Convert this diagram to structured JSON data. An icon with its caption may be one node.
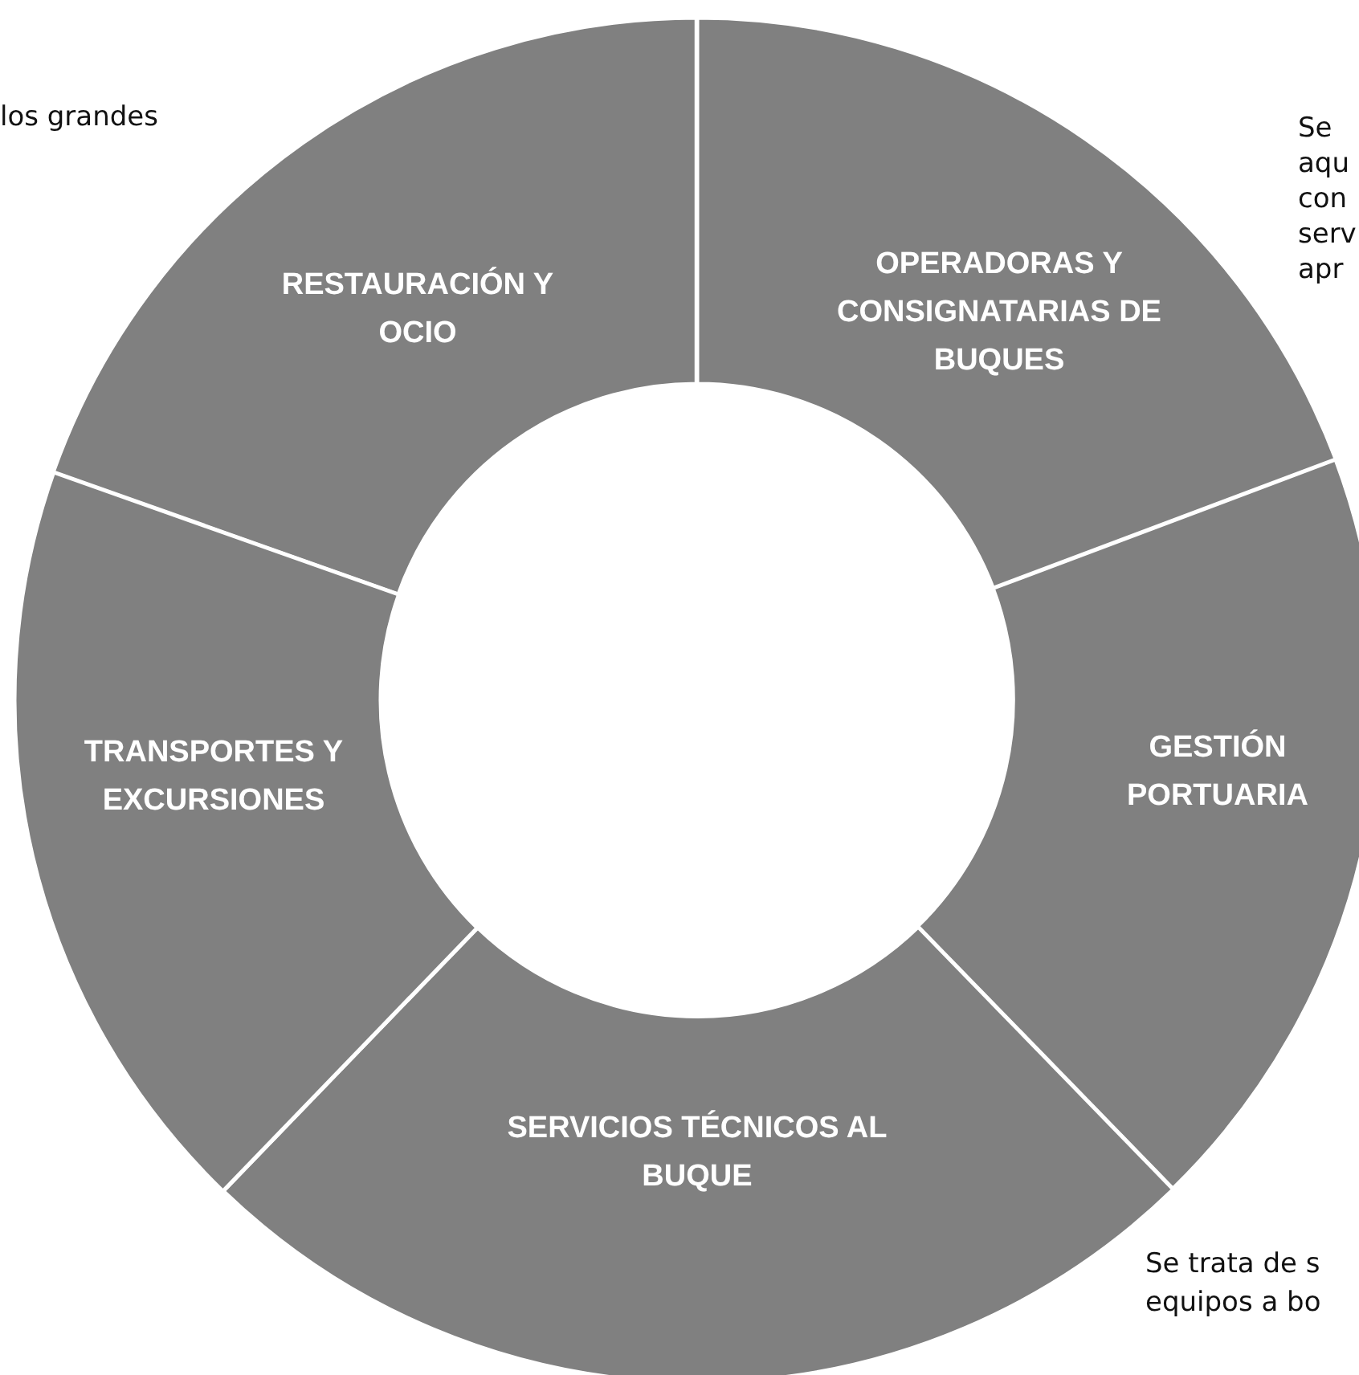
{
  "diagram": {
    "nodes": [
      {
        "text": [
          "RESTAURACIÓN Y OCIO"
        ]
      },
      {
        "text": [
          "OPERADORAS Y CONSIGNATARIAS DE BUQUES"
        ]
      },
      {
        "text": [
          "GESTIÓN PORTUARIA"
        ]
      },
      {
        "text": [
          "SERVICIOS TÉCNICOS AL BUQUE"
        ]
      },
      {
        "text": [
          "TRANSPORTES Y EXCURSIONES"
        ]
      }
    ],
    "labels": [
      "los grandes",
      "Se",
      "aqu",
      "con",
      "serv",
      "apr",
      "Se trata de s",
      "equipos a bo"
    ]
  }
}
